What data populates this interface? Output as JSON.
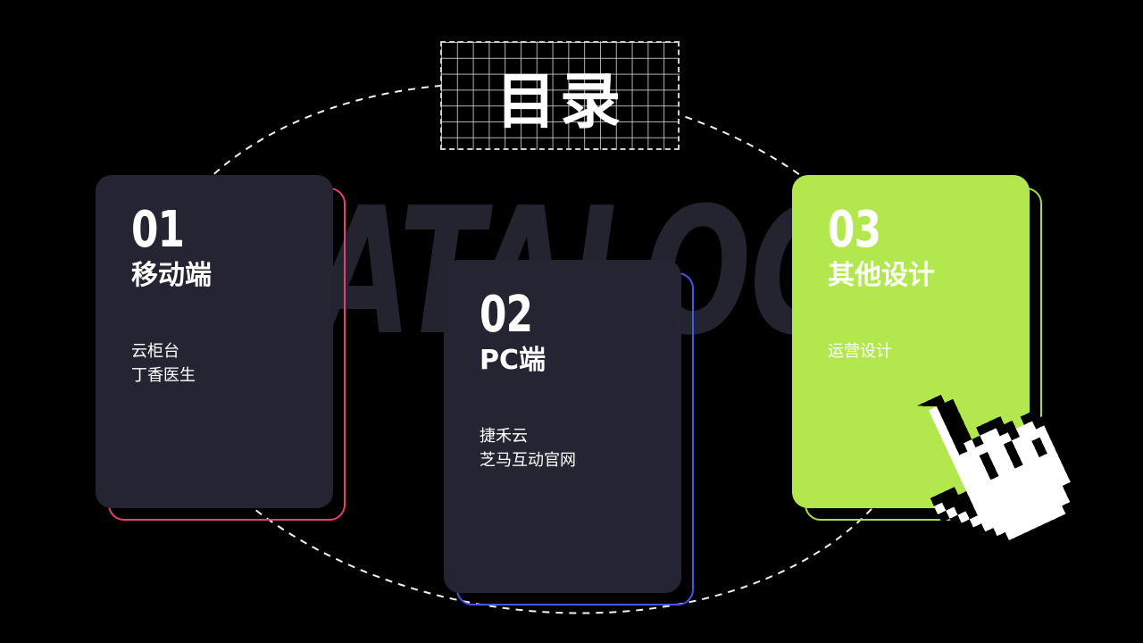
{
  "title": "目录",
  "background_word": "CATALOG",
  "colors": {
    "background": "#000000",
    "card_dark": "#252432",
    "card_green": "#b2e84e",
    "outline_pink": "#e8406d",
    "outline_blue": "#4656e6",
    "outline_green": "#a8de4a",
    "text": "#ffffff"
  },
  "cards": [
    {
      "number": "01",
      "heading": "移动端",
      "items": [
        "云柜台",
        "丁香医生"
      ]
    },
    {
      "number": "02",
      "heading": "PC端",
      "items": [
        "捷禾云",
        "芝马互动官网"
      ]
    },
    {
      "number": "03",
      "heading": "其他设计",
      "items": [
        "运营设计"
      ]
    }
  ],
  "icons": {
    "cursor": "pixel-hand-pointer-icon"
  }
}
